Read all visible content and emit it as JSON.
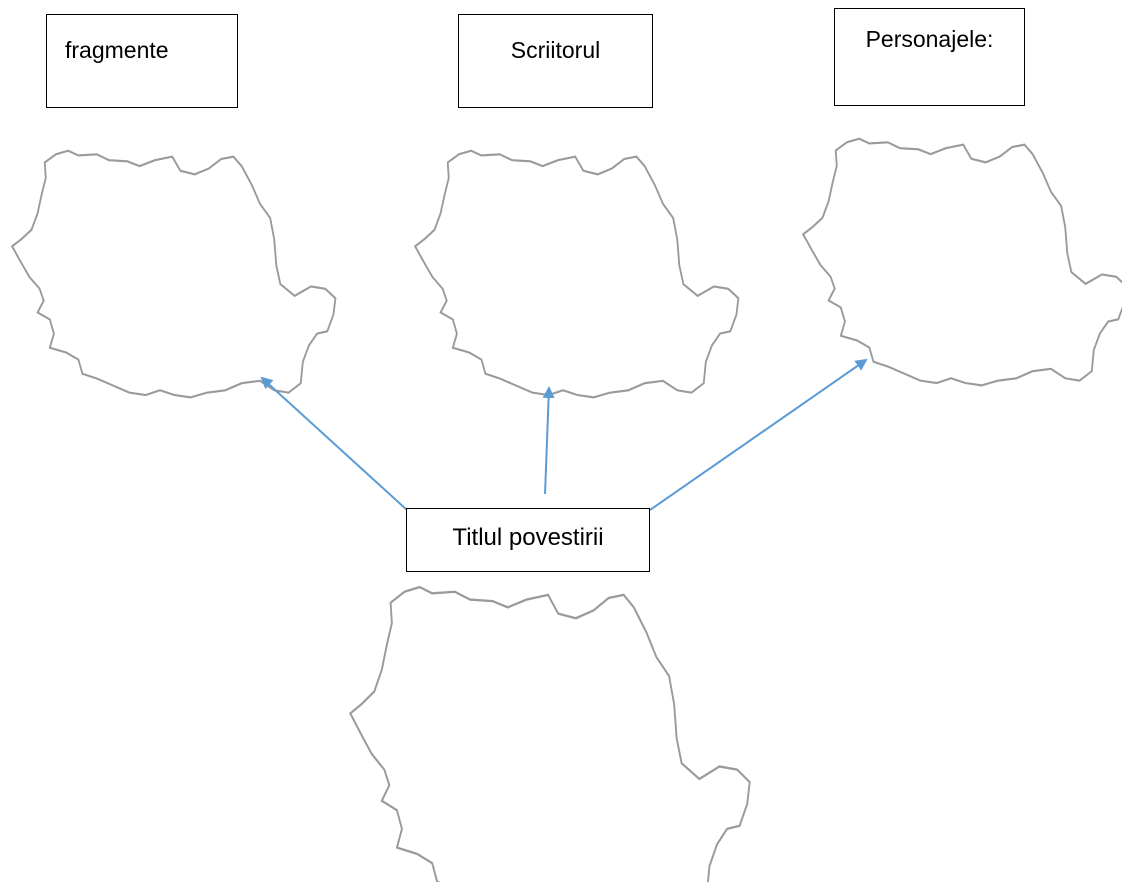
{
  "boxes": {
    "fragmente": "fragmente",
    "scriitorul": "Scriitorul",
    "personajele": "Personajele:",
    "titlul": "Titlul povestirii"
  },
  "colors": {
    "arrow": "#5b9bd5",
    "outline": "#9a9a9a",
    "box_border": "#000000"
  },
  "icons": [
    "romania-map-outline-icon",
    "arrow-icon"
  ]
}
